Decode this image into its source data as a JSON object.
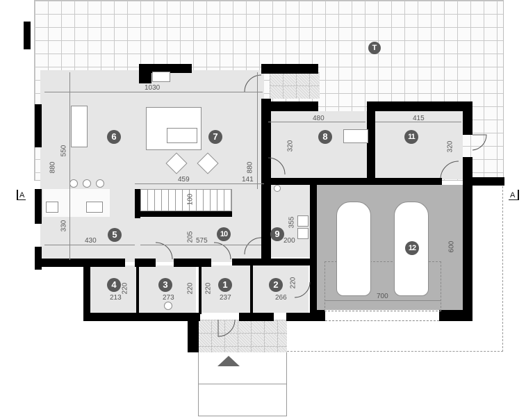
{
  "plan": {
    "type": "ground-floor-plan",
    "section_marks": [
      {
        "label": "A",
        "side": "left"
      },
      {
        "label": "A",
        "side": "right"
      }
    ],
    "terrace": {
      "label": "T"
    },
    "rooms": [
      {
        "number": "1",
        "width": "237",
        "depth": "220"
      },
      {
        "number": "2",
        "width": "266",
        "depth": "220"
      },
      {
        "number": "3",
        "width": "273",
        "depth": "220"
      },
      {
        "number": "4",
        "width": "213",
        "depth": "220"
      },
      {
        "number": "5",
        "width": "430",
        "depth": "330"
      },
      {
        "number": "6",
        "depth": "550"
      },
      {
        "number": "7"
      },
      {
        "number": "8",
        "width": "480",
        "depth": "320"
      },
      {
        "number": "9",
        "width": "200",
        "depth": "355"
      },
      {
        "number": "10",
        "width": "575",
        "depth": "205"
      },
      {
        "number": "11",
        "width": "415",
        "depth": "320"
      },
      {
        "number": "12",
        "width": "700",
        "depth": "600"
      }
    ],
    "dimensions": {
      "living_width": "1030",
      "living_depth_left": "880",
      "living_depth_right": "880",
      "stair_width": "459",
      "stair_offset": "141",
      "stair_depth": "100"
    },
    "colors": {
      "wall": "#000000",
      "floor": "#e6e6e6",
      "garage": "#b3b3b3",
      "badge": "#595959",
      "grid": "#c9c9c9"
    }
  }
}
